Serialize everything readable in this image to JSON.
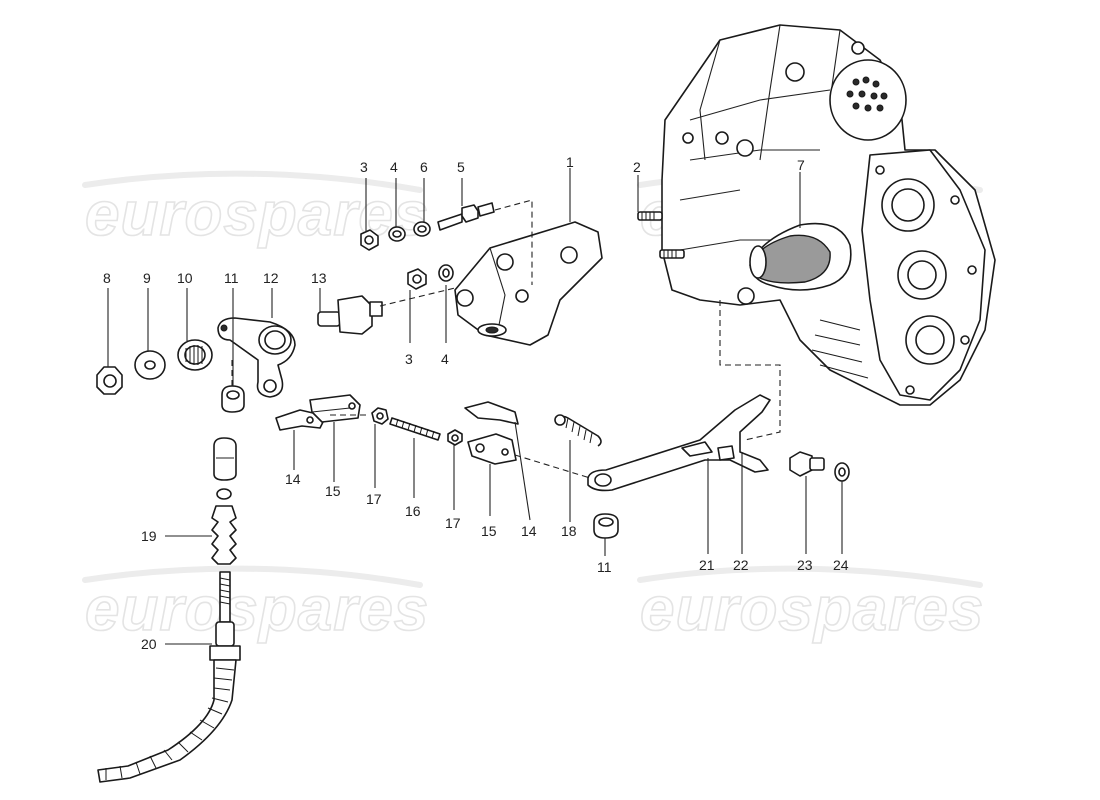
{
  "watermark": {
    "text": "eurospares",
    "color": "#e4e4e4"
  },
  "callouts": [
    {
      "id": "c-1",
      "text": "1"
    },
    {
      "id": "c-2",
      "text": "2"
    },
    {
      "id": "c-3a",
      "text": "3"
    },
    {
      "id": "c-3b",
      "text": "3"
    },
    {
      "id": "c-4a",
      "text": "4"
    },
    {
      "id": "c-4b",
      "text": "4"
    },
    {
      "id": "c-5",
      "text": "5"
    },
    {
      "id": "c-6",
      "text": "6"
    },
    {
      "id": "c-7",
      "text": "7"
    },
    {
      "id": "c-8",
      "text": "8"
    },
    {
      "id": "c-9",
      "text": "9"
    },
    {
      "id": "c-10",
      "text": "10"
    },
    {
      "id": "c-11a",
      "text": "11"
    },
    {
      "id": "c-11b",
      "text": "11"
    },
    {
      "id": "c-12",
      "text": "12"
    },
    {
      "id": "c-13",
      "text": "13"
    },
    {
      "id": "c-14a",
      "text": "14"
    },
    {
      "id": "c-14b",
      "text": "14"
    },
    {
      "id": "c-15a",
      "text": "15"
    },
    {
      "id": "c-15b",
      "text": "15"
    },
    {
      "id": "c-16",
      "text": "16"
    },
    {
      "id": "c-17a",
      "text": "17"
    },
    {
      "id": "c-17b",
      "text": "17"
    },
    {
      "id": "c-18",
      "text": "18"
    },
    {
      "id": "c-19",
      "text": "19"
    },
    {
      "id": "c-20",
      "text": "20"
    },
    {
      "id": "c-21",
      "text": "21"
    },
    {
      "id": "c-22",
      "text": "22"
    },
    {
      "id": "c-23",
      "text": "23"
    },
    {
      "id": "c-24",
      "text": "24"
    }
  ]
}
